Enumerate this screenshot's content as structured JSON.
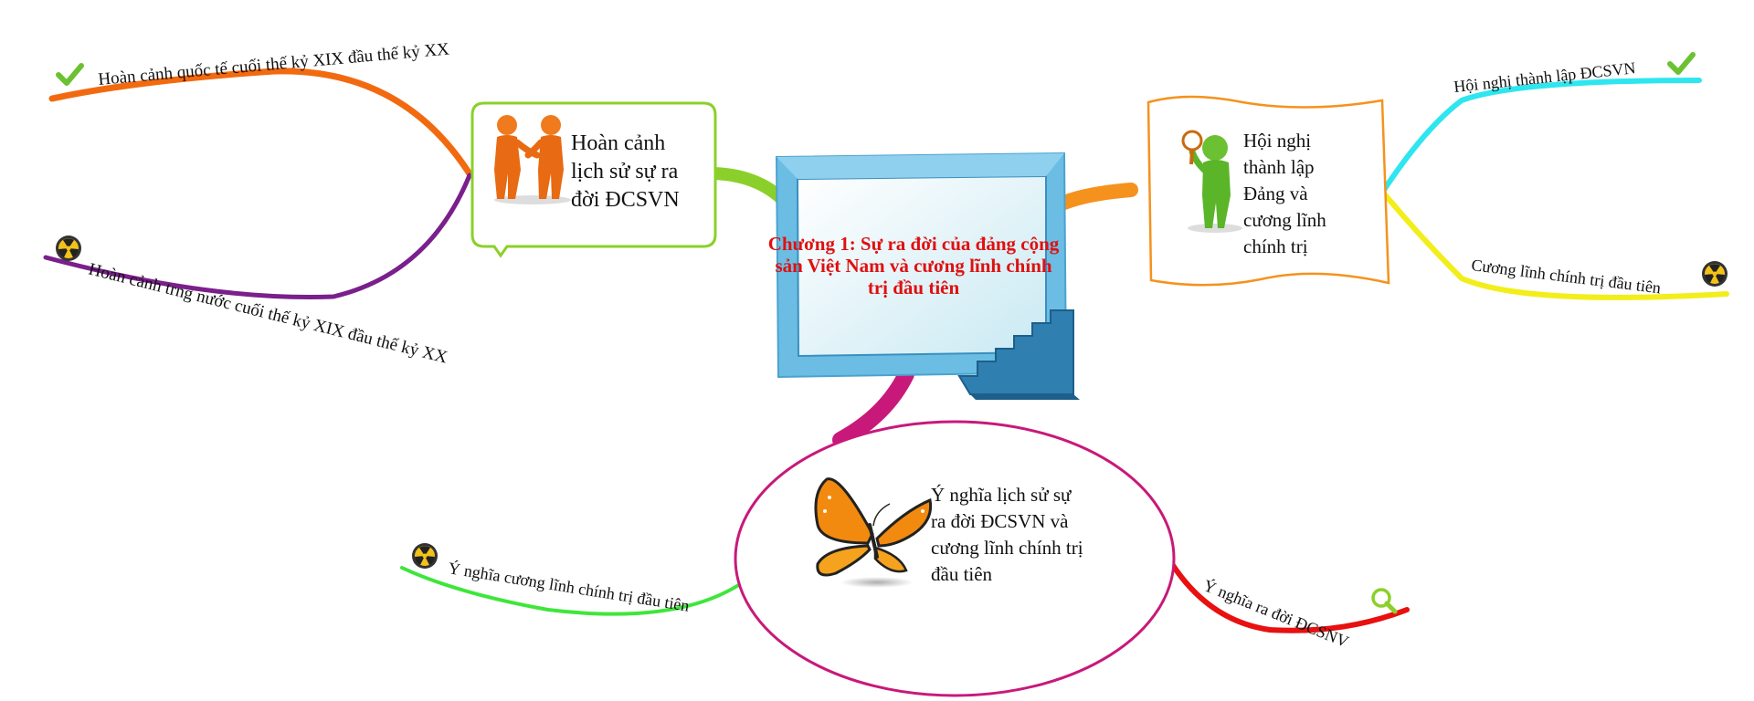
{
  "central": {
    "title": "Chương 1: Sự ra đời của đảng cộng sản Việt Nam và cương lĩnh chính trị đầu tiên"
  },
  "topics": {
    "left": {
      "label": "Hoàn cảnh lịch sử sự ra đời ĐCSVN",
      "icon": "handshake-people-icon",
      "color": "#8bd02a"
    },
    "right": {
      "label": "Hội nghị thành lập Đảng và cương lĩnh chính trị",
      "icon": "magnifier-person-icon",
      "color": "#f5921e"
    },
    "bottom": {
      "label": "Ý nghĩa lịch sử sự ra đời ĐCSVN và cương lĩnh chính trị đầu tiên",
      "icon": "butterfly-icon",
      "color": "#c8197a"
    }
  },
  "subtopics": {
    "left_top": {
      "label": "Hoàn cảnh quốc tế cuối thế kỷ XIX đầu thế kỷ XX",
      "icon": "check-icon",
      "color": "#f26a10"
    },
    "left_bottom": {
      "label": "Hoàn cảnh trng nước cuối thế kỷ XIX đầu thế kỷ XX",
      "icon": "radiation-icon",
      "color": "#7a1f8c"
    },
    "right_top": {
      "label": "Hội nghị thành lập ĐCSVN",
      "icon": "check-icon",
      "color": "#2ee6ef"
    },
    "right_bottom": {
      "label": "Cương lĩnh chính trị đầu tiên",
      "icon": "radiation-icon",
      "color": "#f2ee1a"
    },
    "bottom_left": {
      "label": "Ý nghĩa cương lĩnh chính trị đầu tiên",
      "icon": "radiation-icon",
      "color": "#3ee63a"
    },
    "bottom_right": {
      "label": "Ý nghĩa ra đời ĐCSNV",
      "icon": "magnifier-icon",
      "color": "#e81010"
    }
  }
}
